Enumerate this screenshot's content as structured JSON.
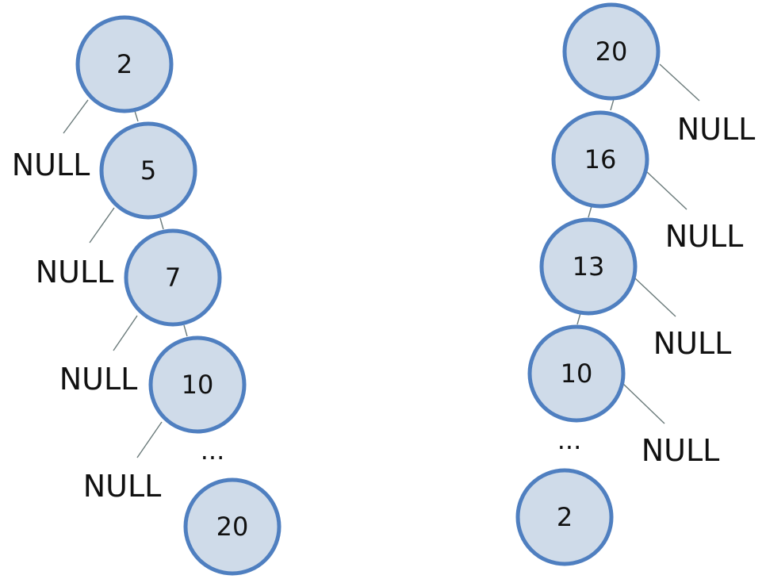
{
  "trees": [
    {
      "nodes": [
        "2",
        "5",
        "7",
        "10",
        "20"
      ],
      "null_label": "NULL",
      "ellipsis": "..."
    },
    {
      "nodes": [
        "20",
        "16",
        "13",
        "10",
        "2"
      ],
      "null_label": "NULL",
      "ellipsis": "..."
    }
  ],
  "colors": {
    "node_fill": "#cfdbe9",
    "node_stroke": "#4f7fc0",
    "edge": "#6a7a7a",
    "text": "#111111"
  }
}
